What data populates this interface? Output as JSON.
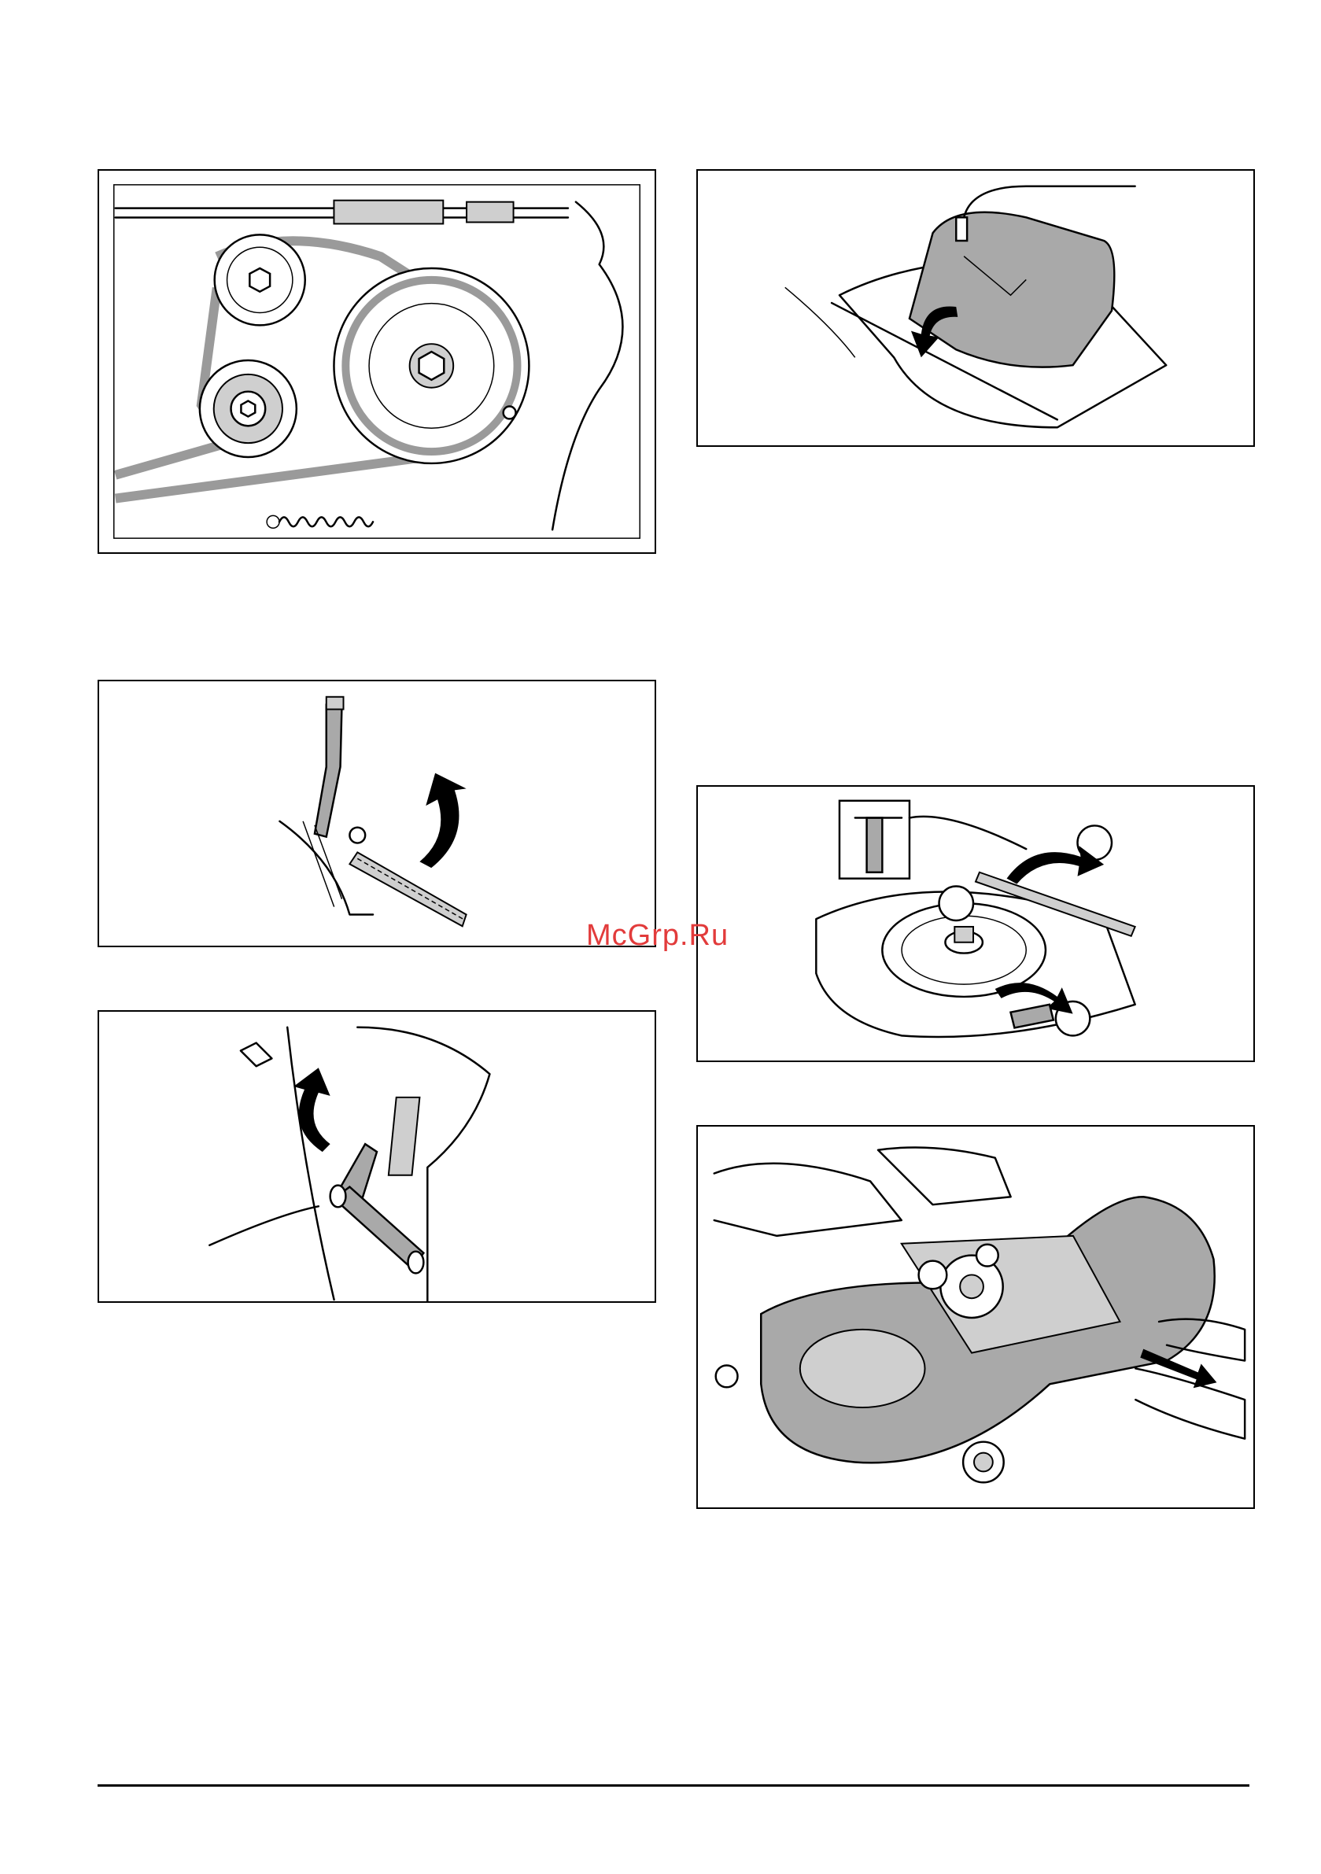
{
  "watermark": {
    "text": "McGrp.Ru",
    "color": "#e23b3b"
  },
  "figures": [
    {
      "id": "belt-drive",
      "icon": "belt-pulley-illustration"
    },
    {
      "id": "lift-lever",
      "icon": "lever-arrow-illustration"
    },
    {
      "id": "locking-pin",
      "icon": "pin-arrow-illustration"
    },
    {
      "id": "belt-cover",
      "icon": "cover-removal-illustration"
    },
    {
      "id": "pulley-belt-removal",
      "icon": "numbered-callout-illustration"
    },
    {
      "id": "deck-removal",
      "icon": "mower-deck-illustration"
    }
  ],
  "footer": {
    "rule_color": "#000000"
  }
}
